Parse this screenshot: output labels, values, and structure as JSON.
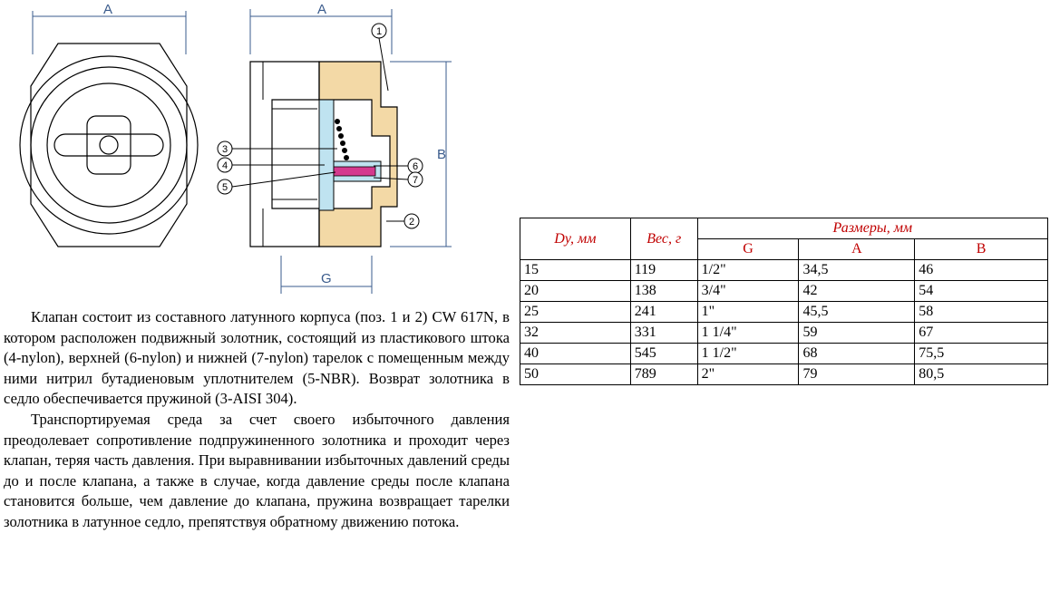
{
  "drawing": {
    "dim_a_left": "A",
    "dim_a_right": "A",
    "dim_b": "B",
    "dim_g": "G",
    "callouts": [
      "1",
      "2",
      "3",
      "4",
      "5",
      "6",
      "7"
    ]
  },
  "description": {
    "paragraph_1": "Клапан состоит из составного латунного корпуса (поз. 1 и 2) CW 617N, в котором расположен подвижный золотник, состоящий из пластикового штока (4-nylon), верхней (6-nylon) и нижней (7-nylon) тарелок с помещенным между ними нитрил бутадиеновым уплотнителем (5-NBR).  Возврат золотника в седло обеспечивается пружиной (3-AISI 304).",
    "paragraph_2": "Транспортируемая среда за счет своего избыточного давления преодолевает сопротивление подпружиненного золотника  и проходит через клапан, теряя часть давления. При выравнивании избыточных давлений среды до и после клапана, а также в случае, когда давление среды после клапана становится больше, чем давление до клапана, пружина возвращает тарелки золотника в латунное седло, препятствуя обратному движению потока."
  },
  "table": {
    "headers": {
      "dy": "Dy, мм",
      "weight": "Вес, г",
      "sizes": "Размеры, мм"
    },
    "subheaders": [
      "G",
      "A",
      "B"
    ],
    "rows": [
      [
        "15",
        "119",
        "1/2\"",
        "34,5",
        "46"
      ],
      [
        "20",
        "138",
        "3/4\"",
        "42",
        "54"
      ],
      [
        "25",
        "241",
        "1\"",
        "45,5",
        "58"
      ],
      [
        "32",
        "331",
        "1 1/4\"",
        "59",
        "67"
      ],
      [
        "40",
        "545",
        "1 1/2\"",
        "68",
        "75,5"
      ],
      [
        "50",
        "789",
        "2\"",
        "79",
        "80,5"
      ]
    ]
  },
  "colors": {
    "dimension_lines": "#3a5b8c",
    "brass_body": "#f3d9a6",
    "plastic_stem": "#bfe3f0",
    "seal": "#d43a8e",
    "header_text": "#c00000"
  }
}
